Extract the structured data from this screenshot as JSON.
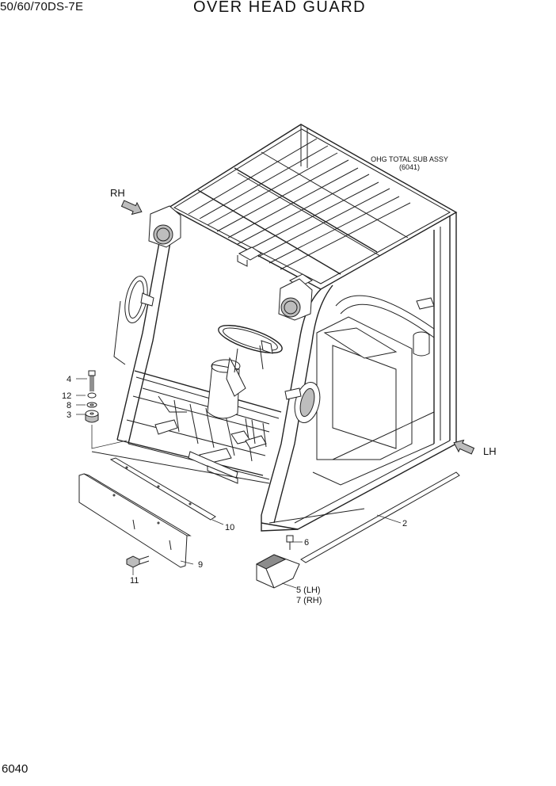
{
  "header": {
    "model": "50/60/70DS-7E",
    "title": "OVER HEAD GUARD"
  },
  "footer": {
    "page_number": "6040"
  },
  "diagram": {
    "assembly_label": "OHG TOTAL SUB ASSY",
    "assembly_ref": "(6041)",
    "direction_rh": "RH",
    "direction_lh": "LH",
    "callouts": {
      "c2": "2",
      "c3": "3",
      "c4": "4",
      "c5": "5 (LH)",
      "c6": "6",
      "c7": "7 (RH)",
      "c8": "8",
      "c9": "9",
      "c10": "10",
      "c11": "11",
      "c12": "12"
    }
  }
}
